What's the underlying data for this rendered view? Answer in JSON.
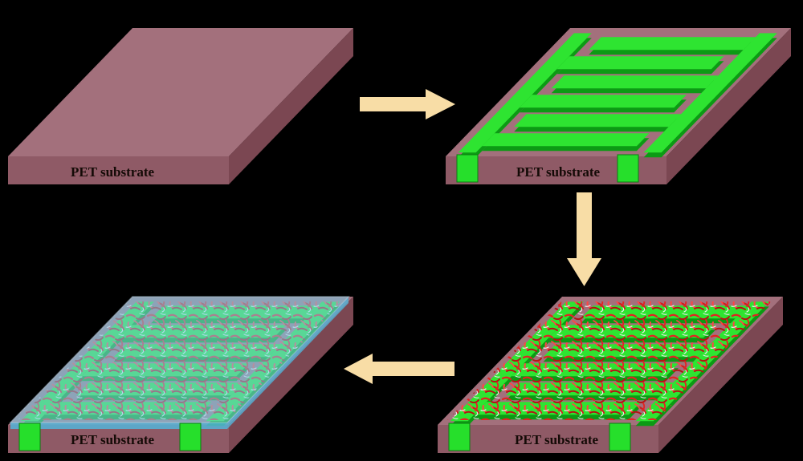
{
  "figure": {
    "background": "#000000",
    "steps": [
      {
        "id": "bare-substrate",
        "label": "PET substrate"
      },
      {
        "id": "interdigitated-electrodes",
        "label": "PET substrate"
      },
      {
        "id": "active-layer-deposition",
        "label": "PET substrate"
      },
      {
        "id": "encapsulation-film",
        "label": "PET substrate"
      }
    ],
    "arrows": [
      {
        "direction": "right"
      },
      {
        "direction": "down"
      },
      {
        "direction": "left"
      }
    ],
    "colors": {
      "substrate_top": "#a3707c",
      "substrate_front": "#8f5a66",
      "substrate_side": "#7b4752",
      "electrode": "#2ee431",
      "electrode_shadow": "#0c9a14",
      "pad": "#26df2b",
      "arrow": "#f8dda6",
      "mesh_reds": [
        "#e32222",
        "#b31414",
        "#ff4444"
      ],
      "mesh_specks": "#f0f0f0",
      "film": "#7ccdea",
      "film_edge": "#55b4d8",
      "label_text": "#140a06"
    }
  }
}
